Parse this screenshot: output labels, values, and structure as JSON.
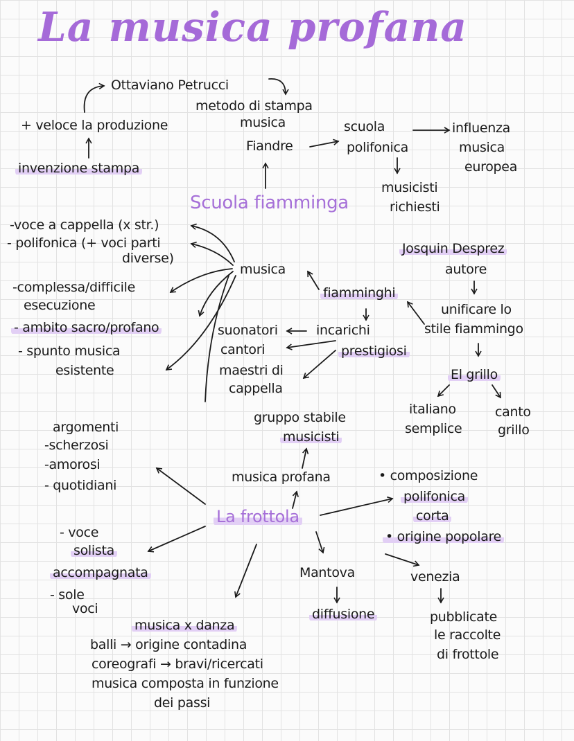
{
  "title": "La musica profana",
  "colors": {
    "accent": "#a56ad8",
    "highlight": "#e2cff5",
    "ink": "#1a1a1a"
  },
  "nodes": {
    "ottaviano": "Ottaviano Petrucci",
    "metodo": "metodo di stampa",
    "veloce": "+ veloce la produzione",
    "invenzione": "invenzione stampa",
    "musica_fiandre": [
      "musica",
      "Fiandre"
    ],
    "scuola_polifonica": [
      "scuola",
      "polifonica"
    ],
    "influenza": [
      "influenza",
      "musica",
      "europea"
    ],
    "musicisti_richiesti": [
      "musicisti",
      "richiesti"
    ],
    "scuola_fiamminga": "Scuola fiamminga",
    "voce_cappella": "-voce a cappella (x str.)",
    "polifonica_voci": [
      "- polifonica (+ voci parti",
      "diverse)"
    ],
    "complessa": [
      "-complessa/difficile",
      "esecuzione"
    ],
    "ambito": "- ambito sacro/profano",
    "spunto": [
      "- spunto musica",
      "esistente"
    ],
    "musica": "musica",
    "fiamminghi": "fiamminghi",
    "josquin": "Josquin Desprez",
    "autore": "autore",
    "unificare": [
      "unificare lo",
      "stile fiammingo"
    ],
    "suonatori_group": [
      "suonatori",
      "cantori",
      "maestri di",
      "cappella"
    ],
    "incarichi": "incarichi",
    "prestigiosi": "prestigiosi",
    "el_grillo": "El grillo",
    "italiano": [
      "italiano",
      "semplice"
    ],
    "canto_grillo": [
      "canto",
      "grillo"
    ],
    "argomenti": [
      "argomenti",
      "-scherzosi",
      "-amorosi",
      "- quotidiani"
    ],
    "gruppo": "gruppo stabile",
    "gruppo_musicisti": "musicisti",
    "musica_profana": "musica profana",
    "composizione": "• composizione",
    "polifonica2": "polifonica",
    "corta": "corta",
    "origine": "• origine popolare",
    "frottola": "La frottola",
    "voce_solista": [
      "- voce",
      "solista"
    ],
    "accompagnata": "accompagnata",
    "sole_voci": [
      "- sole",
      "voci"
    ],
    "mantova": "Mantova",
    "venezia": "venezia",
    "diffusione": "diffusione",
    "pubblicate": [
      "pubblicate",
      "le raccolte",
      "di frottole"
    ],
    "musica_danza": "musica x danza",
    "danza_lines": [
      "balli → origine contadina",
      "coreografi → bravi/ricercati",
      "musica composta in funzione",
      "dei passi"
    ]
  }
}
